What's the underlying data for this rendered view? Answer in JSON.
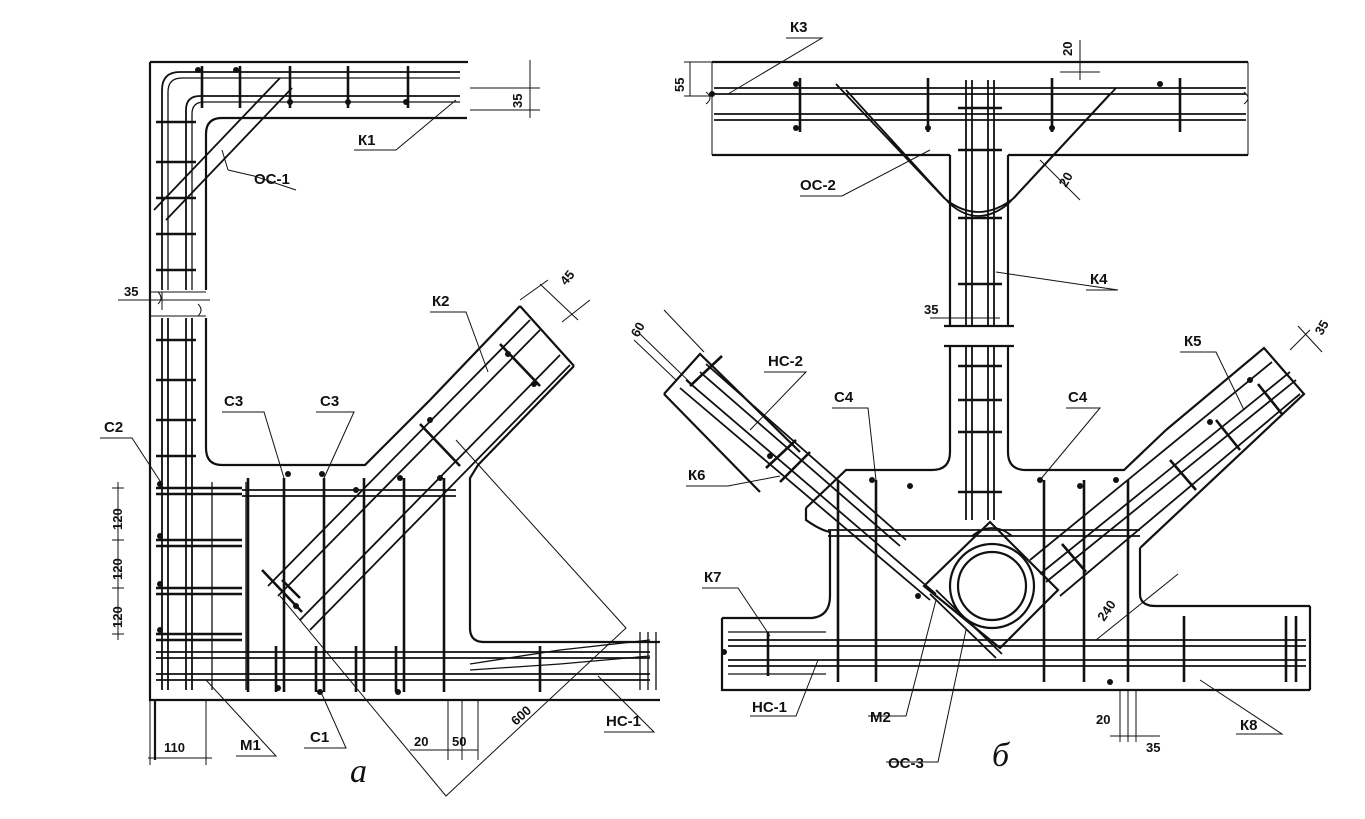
{
  "drawing": {
    "captions": {
      "a": "а",
      "b": "б"
    },
    "labels_a": {
      "k1": "К1",
      "k2": "К2",
      "os1": "ОС-1",
      "c1": "С1",
      "c2": "С2",
      "c3_left": "С3",
      "c3_right": "С3",
      "m1": "М1",
      "hc1": "НС-1"
    },
    "labels_b": {
      "k3": "К3",
      "k4": "К4",
      "k5": "К5",
      "k6": "К6",
      "k7": "К7",
      "k8": "К8",
      "os2": "ОС-2",
      "os3": "ОС-3",
      "c4_left": "С4",
      "c4_right": "С4",
      "hc1": "НС-1",
      "hc2": "НС-2",
      "m2": "М2"
    },
    "dims_a": {
      "top35": "35",
      "side35": "35",
      "k2_45": "45",
      "s120_1": "120",
      "s120_2": "120",
      "s120_3": "120",
      "b110": "110",
      "b20": "20",
      "b50": "50",
      "d600": "600"
    },
    "dims_b": {
      "top20": "20",
      "left55": "55",
      "os2_20": "20",
      "k4_35": "35",
      "hc2_60": "60",
      "k5_35": "35",
      "d240": "240",
      "b20": "20",
      "b35": "35"
    }
  }
}
